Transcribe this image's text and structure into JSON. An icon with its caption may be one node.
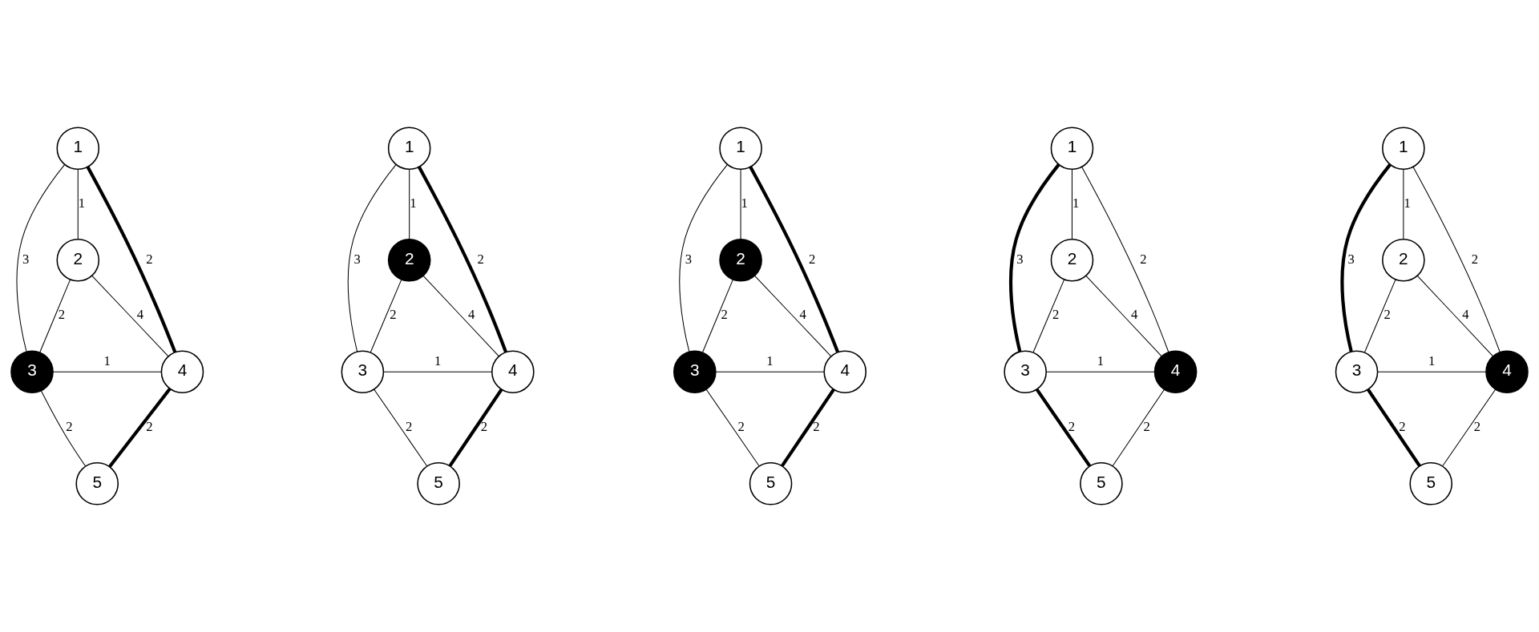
{
  "diagram": {
    "nodes": [
      {
        "text": [
          "1"
        ]
      },
      {
        "text": [
          "2"
        ]
      },
      {
        "text": [
          "3"
        ]
      },
      {
        "text": [
          "4"
        ]
      },
      {
        "text": [
          "5"
        ]
      },
      {
        "text": [
          "1"
        ]
      },
      {
        "text": [
          "2"
        ]
      },
      {
        "text": [
          "3"
        ]
      },
      {
        "text": [
          "4"
        ]
      },
      {
        "text": [
          "5"
        ]
      },
      {
        "text": [
          "1"
        ]
      },
      {
        "text": [
          "2"
        ]
      },
      {
        "text": [
          "3"
        ]
      },
      {
        "text": [
          "4"
        ]
      },
      {
        "text": [
          "5"
        ]
      },
      {
        "text": [
          "1"
        ]
      },
      {
        "text": [
          "2"
        ]
      },
      {
        "text": [
          "3"
        ]
      },
      {
        "text": [
          "4"
        ]
      },
      {
        "text": [
          "5"
        ]
      },
      {
        "text": [
          "1"
        ]
      },
      {
        "text": [
          "2"
        ]
      },
      {
        "text": [
          "3"
        ]
      },
      {
        "text": [
          "4"
        ]
      },
      {
        "text": [
          "5"
        ]
      }
    ],
    "edges": [
      {
        "from": 0,
        "to": 1,
        "arrow": "none",
        "label": "1"
      },
      {
        "from": 0,
        "to": 2,
        "arrow": "none",
        "label": "3"
      },
      {
        "from": 0,
        "to": 3,
        "arrow": "none",
        "label": "2",
        "style": "thick"
      },
      {
        "from": 1,
        "to": 2,
        "arrow": "none",
        "label": "2"
      },
      {
        "from": 1,
        "to": 3,
        "arrow": "none",
        "label": "4"
      },
      {
        "from": 2,
        "to": 3,
        "arrow": "none",
        "label": "1"
      },
      {
        "from": 2,
        "to": 4,
        "arrow": "none",
        "label": "2"
      },
      {
        "from": 3,
        "to": 4,
        "arrow": "none",
        "label": "2",
        "style": "thick"
      },
      {
        "from": 5,
        "to": 6,
        "arrow": "none",
        "label": "1"
      },
      {
        "from": 5,
        "to": 7,
        "arrow": "none",
        "label": "3"
      },
      {
        "from": 5,
        "to": 8,
        "arrow": "none",
        "label": "2",
        "style": "thick"
      },
      {
        "from": 6,
        "to": 7,
        "arrow": "none",
        "label": "2"
      },
      {
        "from": 6,
        "to": 8,
        "arrow": "none",
        "label": "4"
      },
      {
        "from": 7,
        "to": 8,
        "arrow": "none",
        "label": "1"
      },
      {
        "from": 7,
        "to": 9,
        "arrow": "none",
        "label": "2"
      },
      {
        "from": 8,
        "to": 9,
        "arrow": "none",
        "label": "2",
        "style": "thick"
      },
      {
        "from": 10,
        "to": 11,
        "arrow": "none",
        "label": "1"
      },
      {
        "from": 10,
        "to": 12,
        "arrow": "none",
        "label": "3"
      },
      {
        "from": 10,
        "to": 13,
        "arrow": "none",
        "label": "2",
        "style": "thick"
      },
      {
        "from": 11,
        "to": 12,
        "arrow": "none",
        "label": "2"
      },
      {
        "from": 11,
        "to": 13,
        "arrow": "none",
        "label": "4"
      },
      {
        "from": 12,
        "to": 13,
        "arrow": "none",
        "label": "1"
      },
      {
        "from": 12,
        "to": 14,
        "arrow": "none",
        "label": "2"
      },
      {
        "from": 13,
        "to": 14,
        "arrow": "none",
        "label": "2",
        "style": "thick"
      },
      {
        "from": 15,
        "to": 16,
        "arrow": "none",
        "label": "1"
      },
      {
        "from": 15,
        "to": 17,
        "arrow": "none",
        "label": "3",
        "style": "thick"
      },
      {
        "from": 15,
        "to": 18,
        "arrow": "none",
        "label": "2"
      },
      {
        "from": 16,
        "to": 17,
        "arrow": "none",
        "label": "2"
      },
      {
        "from": 16,
        "to": 18,
        "arrow": "none",
        "label": "4"
      },
      {
        "from": 17,
        "to": 18,
        "arrow": "none",
        "label": "1"
      },
      {
        "from": 17,
        "to": 19,
        "arrow": "none",
        "label": "2",
        "style": "thick"
      },
      {
        "from": 18,
        "to": 19,
        "arrow": "none",
        "label": "2"
      },
      {
        "from": 20,
        "to": 21,
        "arrow": "none",
        "label": "1"
      },
      {
        "from": 20,
        "to": 22,
        "arrow": "none",
        "label": "3",
        "style": "thick"
      },
      {
        "from": 20,
        "to": 23,
        "arrow": "none",
        "label": "2"
      },
      {
        "from": 21,
        "to": 22,
        "arrow": "none",
        "label": "2"
      },
      {
        "from": 21,
        "to": 23,
        "arrow": "none",
        "label": "4"
      },
      {
        "from": 22,
        "to": 23,
        "arrow": "none",
        "label": "1"
      },
      {
        "from": 22,
        "to": 24,
        "arrow": "none",
        "label": "2",
        "style": "thick"
      },
      {
        "from": 23,
        "to": 24,
        "arrow": "none",
        "label": "2"
      }
    ]
  }
}
